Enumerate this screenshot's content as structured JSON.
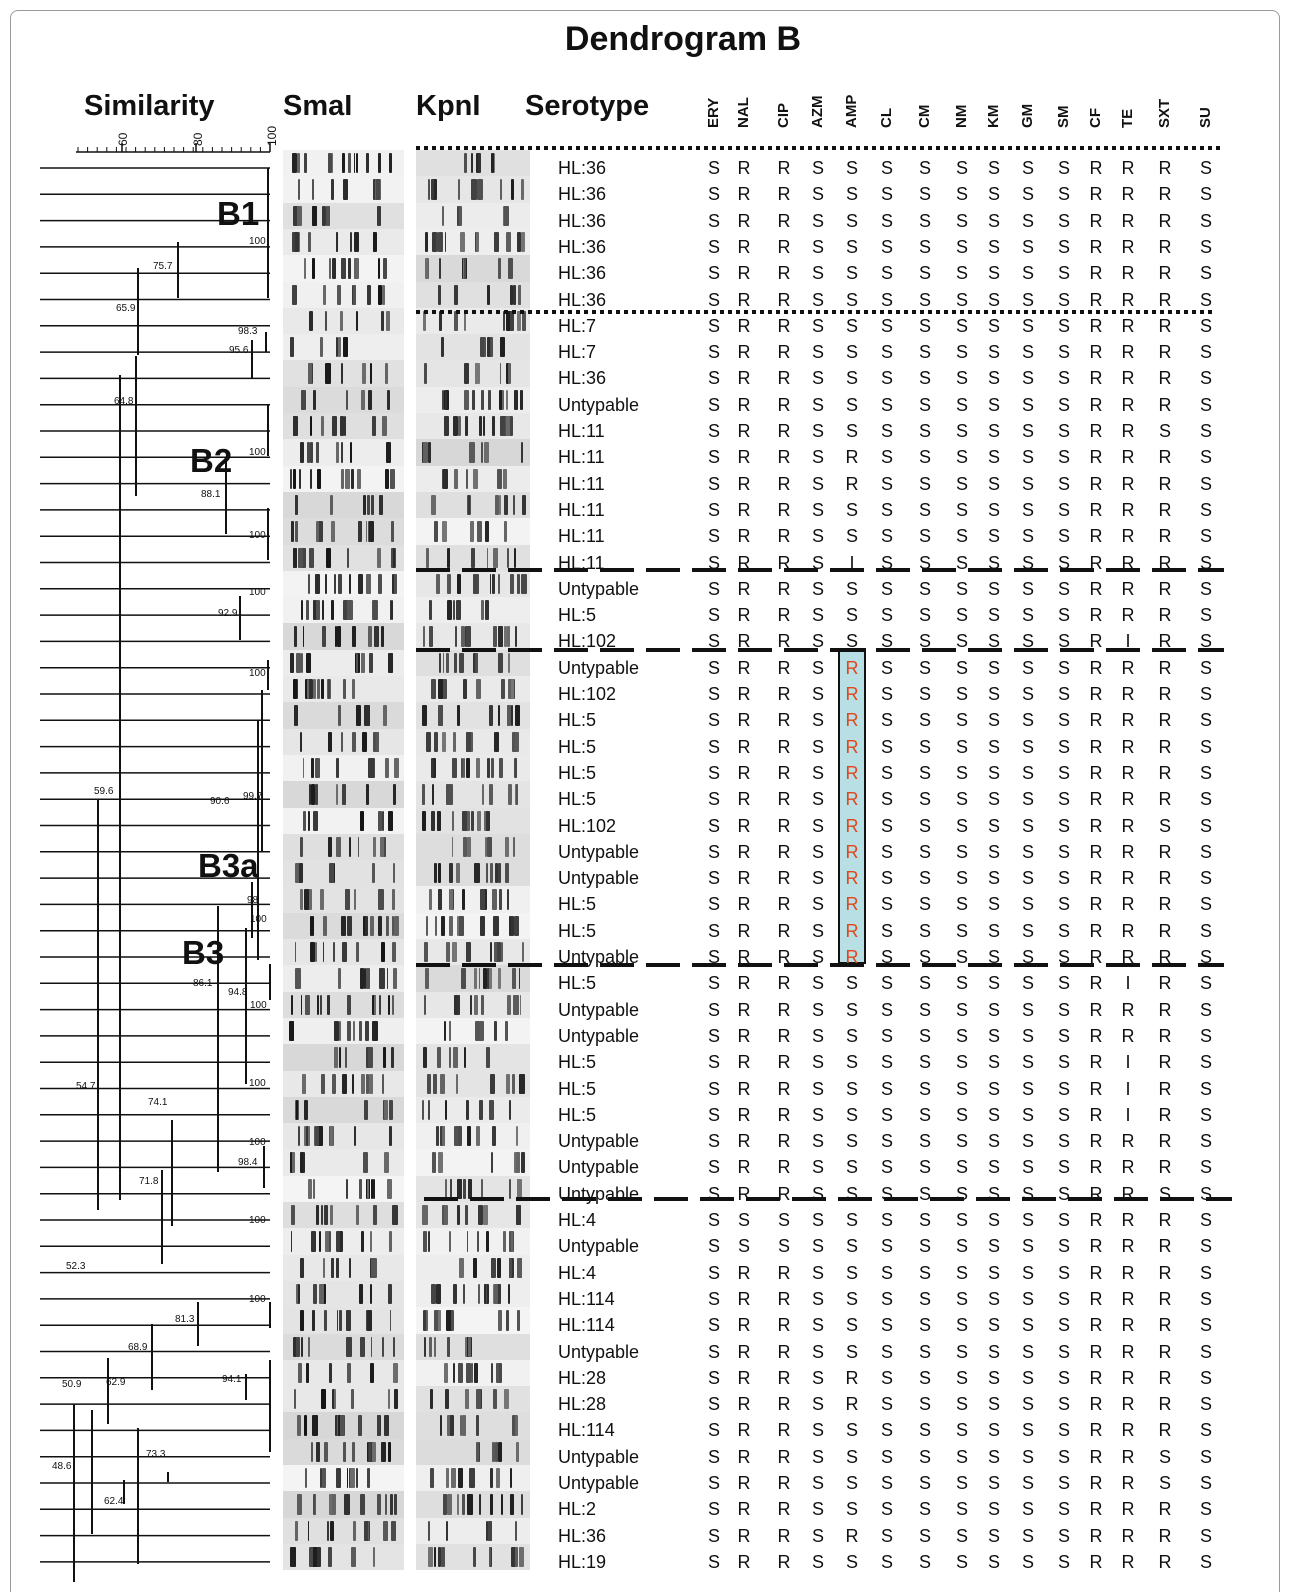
{
  "title": "Dendrogram B",
  "headers": {
    "similarity": "Similarity",
    "smai": "SmaI",
    "kpni": "KpnI",
    "serotype": "Serotype"
  },
  "scale_ticks": [
    "60",
    "80",
    "100"
  ],
  "antibiotics": [
    "ERY",
    "NAL",
    "CIP",
    "AZM",
    "AMP",
    "CL",
    "CM",
    "NM",
    "KM",
    "GM",
    "SM",
    "CF",
    "TE",
    "SXT",
    "SU"
  ],
  "cluster_labels": {
    "b1": "B1",
    "b2": "B2",
    "b3a": "B3a",
    "b3": "B3"
  },
  "node_values": {
    "n1": "100",
    "n2": "75.7",
    "n3": "65.9",
    "n4": "98.3",
    "n5": "95.6",
    "n6": "64.8",
    "n7": "100",
    "n8": "88.1",
    "n9": "100",
    "n10": "100",
    "n11": "92.9",
    "n12": "100",
    "n13": "59.6",
    "n14": "90.6",
    "n15": "99.7",
    "n16": "98",
    "n17": "100",
    "n18": "86.1",
    "n19": "94.8",
    "n20": "100",
    "n21": "54.7",
    "n22": "74.1",
    "n23": "100",
    "n24": "100",
    "n25": "98.4",
    "n26": "71.8",
    "n27": "100",
    "n28": "52.3",
    "n29": "100",
    "n30": "81.3",
    "n31": "68.9",
    "n32": "94.1",
    "n33": "50.9",
    "n34": "62.9",
    "n35": "48.6",
    "n36": "73.3",
    "n37": "62.4"
  },
  "rows": [
    {
      "serotype": "HL:36",
      "r": [
        "S",
        "R",
        "R",
        "S",
        "S",
        "S",
        "S",
        "S",
        "S",
        "S",
        "S",
        "R",
        "R",
        "R",
        "S"
      ]
    },
    {
      "serotype": "HL:36",
      "r": [
        "S",
        "R",
        "R",
        "S",
        "S",
        "S",
        "S",
        "S",
        "S",
        "S",
        "S",
        "R",
        "R",
        "R",
        "S"
      ]
    },
    {
      "serotype": "HL:36",
      "r": [
        "S",
        "R",
        "R",
        "S",
        "S",
        "S",
        "S",
        "S",
        "S",
        "S",
        "S",
        "R",
        "R",
        "R",
        "S"
      ]
    },
    {
      "serotype": "HL:36",
      "r": [
        "S",
        "R",
        "R",
        "S",
        "S",
        "S",
        "S",
        "S",
        "S",
        "S",
        "S",
        "R",
        "R",
        "R",
        "S"
      ]
    },
    {
      "serotype": "HL:36",
      "r": [
        "S",
        "R",
        "R",
        "S",
        "S",
        "S",
        "S",
        "S",
        "S",
        "S",
        "S",
        "R",
        "R",
        "R",
        "S"
      ]
    },
    {
      "serotype": "HL:36",
      "r": [
        "S",
        "R",
        "R",
        "S",
        "S",
        "S",
        "S",
        "S",
        "S",
        "S",
        "S",
        "R",
        "R",
        "R",
        "S"
      ]
    },
    {
      "serotype": "HL:7",
      "r": [
        "S",
        "R",
        "R",
        "S",
        "S",
        "S",
        "S",
        "S",
        "S",
        "S",
        "S",
        "R",
        "R",
        "R",
        "S"
      ]
    },
    {
      "serotype": "HL:7",
      "r": [
        "S",
        "R",
        "R",
        "S",
        "S",
        "S",
        "S",
        "S",
        "S",
        "S",
        "S",
        "R",
        "R",
        "R",
        "S"
      ]
    },
    {
      "serotype": "HL:36",
      "r": [
        "S",
        "R",
        "R",
        "S",
        "S",
        "S",
        "S",
        "S",
        "S",
        "S",
        "S",
        "R",
        "R",
        "R",
        "S"
      ]
    },
    {
      "serotype": "Untypable",
      "r": [
        "S",
        "R",
        "R",
        "S",
        "S",
        "S",
        "S",
        "S",
        "S",
        "S",
        "S",
        "R",
        "R",
        "R",
        "S"
      ]
    },
    {
      "serotype": "HL:11",
      "r": [
        "S",
        "R",
        "R",
        "S",
        "S",
        "S",
        "S",
        "S",
        "S",
        "S",
        "S",
        "R",
        "R",
        "S",
        "S"
      ]
    },
    {
      "serotype": "HL:11",
      "r": [
        "S",
        "R",
        "R",
        "S",
        "R",
        "S",
        "S",
        "S",
        "S",
        "S",
        "S",
        "R",
        "R",
        "R",
        "S"
      ]
    },
    {
      "serotype": "HL:11",
      "r": [
        "S",
        "R",
        "R",
        "S",
        "R",
        "S",
        "S",
        "S",
        "S",
        "S",
        "S",
        "R",
        "R",
        "R",
        "S"
      ]
    },
    {
      "serotype": "HL:11",
      "r": [
        "S",
        "R",
        "R",
        "S",
        "S",
        "S",
        "S",
        "S",
        "S",
        "S",
        "S",
        "R",
        "R",
        "R",
        "S"
      ]
    },
    {
      "serotype": "HL:11",
      "r": [
        "S",
        "R",
        "R",
        "S",
        "S",
        "S",
        "S",
        "S",
        "S",
        "S",
        "S",
        "R",
        "R",
        "R",
        "S"
      ]
    },
    {
      "serotype": "HL:11",
      "r": [
        "S",
        "R",
        "R",
        "S",
        "I",
        "S",
        "S",
        "S",
        "S",
        "S",
        "S",
        "R",
        "R",
        "R",
        "S"
      ]
    },
    {
      "serotype": "Untypable",
      "r": [
        "S",
        "R",
        "R",
        "S",
        "S",
        "S",
        "S",
        "S",
        "S",
        "S",
        "S",
        "R",
        "R",
        "R",
        "S"
      ]
    },
    {
      "serotype": "HL:5",
      "r": [
        "S",
        "R",
        "R",
        "S",
        "S",
        "S",
        "S",
        "S",
        "S",
        "S",
        "S",
        "R",
        "R",
        "R",
        "S"
      ]
    },
    {
      "serotype": "HL:102",
      "r": [
        "S",
        "R",
        "R",
        "S",
        "S",
        "S",
        "S",
        "S",
        "S",
        "S",
        "S",
        "R",
        "I",
        "R",
        "S"
      ]
    },
    {
      "serotype": "Untypable",
      "r": [
        "S",
        "R",
        "R",
        "S",
        "R",
        "S",
        "S",
        "S",
        "S",
        "S",
        "S",
        "R",
        "R",
        "R",
        "S"
      ]
    },
    {
      "serotype": "HL:102",
      "r": [
        "S",
        "R",
        "R",
        "S",
        "R",
        "S",
        "S",
        "S",
        "S",
        "S",
        "S",
        "R",
        "R",
        "R",
        "S"
      ]
    },
    {
      "serotype": "HL:5",
      "r": [
        "S",
        "R",
        "R",
        "S",
        "R",
        "S",
        "S",
        "S",
        "S",
        "S",
        "S",
        "R",
        "R",
        "R",
        "S"
      ]
    },
    {
      "serotype": "HL:5",
      "r": [
        "S",
        "R",
        "R",
        "S",
        "R",
        "S",
        "S",
        "S",
        "S",
        "S",
        "S",
        "R",
        "R",
        "R",
        "S"
      ]
    },
    {
      "serotype": "HL:5",
      "r": [
        "S",
        "R",
        "R",
        "S",
        "R",
        "S",
        "S",
        "S",
        "S",
        "S",
        "S",
        "R",
        "R",
        "R",
        "S"
      ]
    },
    {
      "serotype": "HL:5",
      "r": [
        "S",
        "R",
        "R",
        "S",
        "R",
        "S",
        "S",
        "S",
        "S",
        "S",
        "S",
        "R",
        "R",
        "R",
        "S"
      ]
    },
    {
      "serotype": "HL:102",
      "r": [
        "S",
        "R",
        "R",
        "S",
        "R",
        "S",
        "S",
        "S",
        "S",
        "S",
        "S",
        "R",
        "R",
        "S",
        "S"
      ]
    },
    {
      "serotype": "Untypable",
      "r": [
        "S",
        "R",
        "R",
        "S",
        "R",
        "S",
        "S",
        "S",
        "S",
        "S",
        "S",
        "R",
        "R",
        "R",
        "S"
      ]
    },
    {
      "serotype": "Untypable",
      "r": [
        "S",
        "R",
        "R",
        "S",
        "R",
        "S",
        "S",
        "S",
        "S",
        "S",
        "S",
        "R",
        "R",
        "R",
        "S"
      ]
    },
    {
      "serotype": "HL:5",
      "r": [
        "S",
        "R",
        "R",
        "S",
        "R",
        "S",
        "S",
        "S",
        "S",
        "S",
        "S",
        "R",
        "R",
        "R",
        "S"
      ]
    },
    {
      "serotype": "HL:5",
      "r": [
        "S",
        "R",
        "R",
        "S",
        "R",
        "S",
        "S",
        "S",
        "S",
        "S",
        "S",
        "R",
        "R",
        "R",
        "S"
      ]
    },
    {
      "serotype": "Untypable",
      "r": [
        "S",
        "R",
        "R",
        "S",
        "R",
        "S",
        "S",
        "S",
        "S",
        "S",
        "S",
        "R",
        "R",
        "R",
        "S"
      ]
    },
    {
      "serotype": "HL:5",
      "r": [
        "S",
        "R",
        "R",
        "S",
        "S",
        "S",
        "S",
        "S",
        "S",
        "S",
        "S",
        "R",
        "I",
        "R",
        "S"
      ]
    },
    {
      "serotype": "Untypable",
      "r": [
        "S",
        "R",
        "R",
        "S",
        "S",
        "S",
        "S",
        "S",
        "S",
        "S",
        "S",
        "R",
        "R",
        "R",
        "S"
      ]
    },
    {
      "serotype": "Untypable",
      "r": [
        "S",
        "R",
        "R",
        "S",
        "S",
        "S",
        "S",
        "S",
        "S",
        "S",
        "S",
        "R",
        "R",
        "R",
        "S"
      ]
    },
    {
      "serotype": "HL:5",
      "r": [
        "S",
        "R",
        "R",
        "S",
        "S",
        "S",
        "S",
        "S",
        "S",
        "S",
        "S",
        "R",
        "I",
        "R",
        "S"
      ]
    },
    {
      "serotype": "HL:5",
      "r": [
        "S",
        "R",
        "R",
        "S",
        "S",
        "S",
        "S",
        "S",
        "S",
        "S",
        "S",
        "R",
        "I",
        "R",
        "S"
      ]
    },
    {
      "serotype": "HL:5",
      "r": [
        "S",
        "R",
        "R",
        "S",
        "S",
        "S",
        "S",
        "S",
        "S",
        "S",
        "S",
        "R",
        "I",
        "R",
        "S"
      ]
    },
    {
      "serotype": "Untypable",
      "r": [
        "S",
        "R",
        "R",
        "S",
        "S",
        "S",
        "S",
        "S",
        "S",
        "S",
        "S",
        "R",
        "R",
        "R",
        "S"
      ]
    },
    {
      "serotype": "Untypable",
      "r": [
        "S",
        "R",
        "R",
        "S",
        "S",
        "S",
        "S",
        "S",
        "S",
        "S",
        "S",
        "R",
        "R",
        "R",
        "S"
      ]
    },
    {
      "serotype": "Untypable",
      "r": [
        "S",
        "R",
        "R",
        "S",
        "S",
        "S",
        "S",
        "S",
        "S",
        "S",
        "S",
        "R",
        "R",
        "S",
        "S"
      ]
    },
    {
      "serotype": "HL:4",
      "r": [
        "S",
        "S",
        "S",
        "S",
        "S",
        "S",
        "S",
        "S",
        "S",
        "S",
        "S",
        "R",
        "R",
        "R",
        "S"
      ]
    },
    {
      "serotype": "Untypable",
      "r": [
        "S",
        "S",
        "S",
        "S",
        "S",
        "S",
        "S",
        "S",
        "S",
        "S",
        "S",
        "R",
        "R",
        "R",
        "S"
      ]
    },
    {
      "serotype": "HL:4",
      "r": [
        "S",
        "R",
        "R",
        "S",
        "S",
        "S",
        "S",
        "S",
        "S",
        "S",
        "S",
        "R",
        "R",
        "R",
        "S"
      ]
    },
    {
      "serotype": "HL:114",
      "r": [
        "S",
        "R",
        "R",
        "S",
        "S",
        "S",
        "S",
        "S",
        "S",
        "S",
        "S",
        "R",
        "R",
        "R",
        "S"
      ]
    },
    {
      "serotype": "HL:114",
      "r": [
        "S",
        "R",
        "R",
        "S",
        "S",
        "S",
        "S",
        "S",
        "S",
        "S",
        "S",
        "R",
        "R",
        "R",
        "S"
      ]
    },
    {
      "serotype": "Untypable",
      "r": [
        "S",
        "R",
        "R",
        "S",
        "S",
        "S",
        "S",
        "S",
        "S",
        "S",
        "S",
        "R",
        "R",
        "R",
        "S"
      ]
    },
    {
      "serotype": "HL:28",
      "r": [
        "S",
        "R",
        "R",
        "S",
        "R",
        "S",
        "S",
        "S",
        "S",
        "S",
        "S",
        "R",
        "R",
        "R",
        "S"
      ]
    },
    {
      "serotype": "HL:28",
      "r": [
        "S",
        "R",
        "R",
        "S",
        "R",
        "S",
        "S",
        "S",
        "S",
        "S",
        "S",
        "R",
        "R",
        "R",
        "S"
      ]
    },
    {
      "serotype": "HL:114",
      "r": [
        "S",
        "R",
        "R",
        "S",
        "S",
        "S",
        "S",
        "S",
        "S",
        "S",
        "S",
        "R",
        "R",
        "R",
        "S"
      ]
    },
    {
      "serotype": "Untypable",
      "r": [
        "S",
        "R",
        "R",
        "S",
        "S",
        "S",
        "S",
        "S",
        "S",
        "S",
        "S",
        "R",
        "R",
        "S",
        "S"
      ]
    },
    {
      "serotype": "Untypable",
      "r": [
        "S",
        "R",
        "R",
        "S",
        "S",
        "S",
        "S",
        "S",
        "S",
        "S",
        "S",
        "R",
        "R",
        "S",
        "S"
      ]
    },
    {
      "serotype": "HL:2",
      "r": [
        "S",
        "R",
        "R",
        "S",
        "S",
        "S",
        "S",
        "S",
        "S",
        "S",
        "S",
        "R",
        "R",
        "R",
        "S"
      ]
    },
    {
      "serotype": "HL:36",
      "r": [
        "S",
        "R",
        "R",
        "S",
        "R",
        "S",
        "S",
        "S",
        "S",
        "S",
        "S",
        "R",
        "R",
        "R",
        "S"
      ]
    },
    {
      "serotype": "HL:19",
      "r": [
        "S",
        "R",
        "R",
        "S",
        "S",
        "S",
        "S",
        "S",
        "S",
        "S",
        "S",
        "R",
        "R",
        "R",
        "S"
      ]
    }
  ],
  "highlight": {
    "antibiotic": "AMP",
    "value": "R",
    "text_color": "#e2461c",
    "box_color": "#b7dfe4"
  }
}
